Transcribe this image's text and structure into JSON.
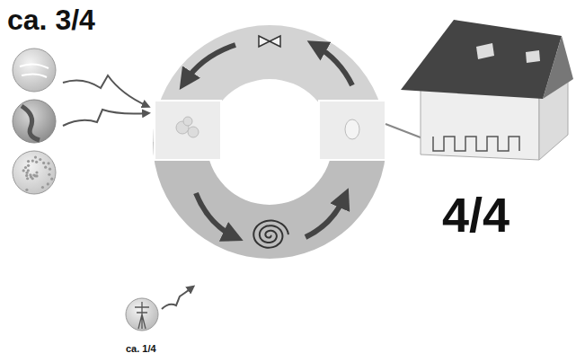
{
  "diagram": {
    "labels": [
      "ca. 3/4",
      "4/4",
      "ca. 1/4"
    ]
  }
}
